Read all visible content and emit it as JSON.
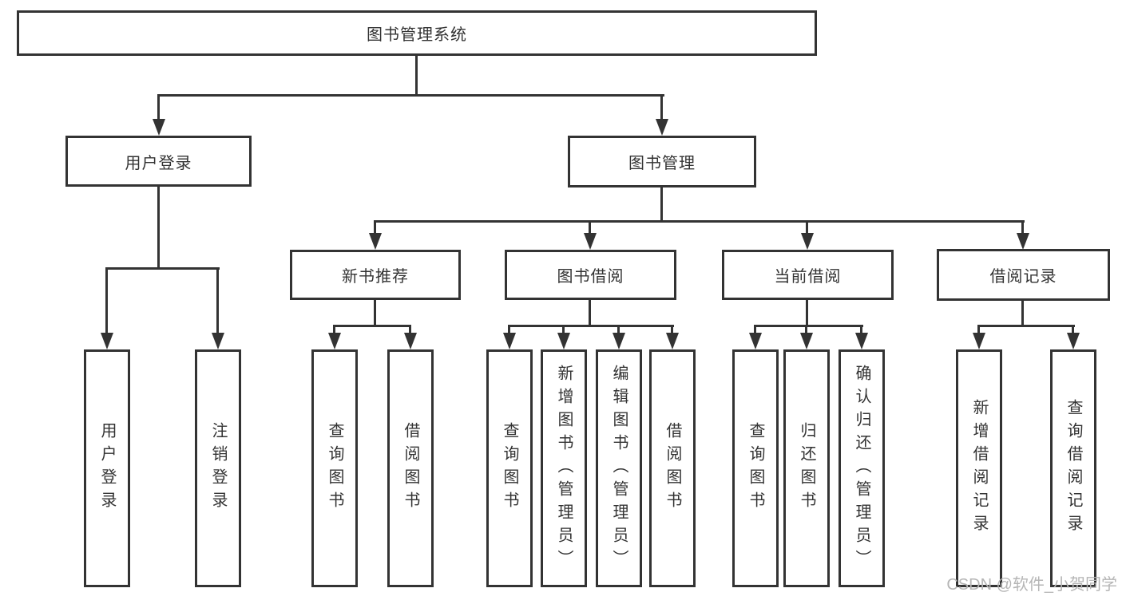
{
  "root": {
    "label": "图书管理系统"
  },
  "branches": {
    "user_login": {
      "label": "用户登录",
      "children": [
        {
          "label": "用户登录"
        },
        {
          "label": "注销登录"
        }
      ]
    },
    "book_management": {
      "label": "图书管理",
      "children": [
        {
          "label": "新书推荐",
          "children": [
            {
              "label": "查询图书"
            },
            {
              "label": "借阅图书"
            }
          ]
        },
        {
          "label": "图书借阅",
          "children": [
            {
              "label": "查询图书"
            },
            {
              "label": "新增图书（管理员）"
            },
            {
              "label": "编辑图书（管理员）"
            },
            {
              "label": "借阅图书"
            }
          ]
        },
        {
          "label": "当前借阅",
          "children": [
            {
              "label": "查询图书"
            },
            {
              "label": "归还图书"
            },
            {
              "label": "确认归还（管理员）"
            }
          ]
        },
        {
          "label": "借阅记录",
          "children": [
            {
              "label": "新增借阅记录"
            },
            {
              "label": "查询借阅记录"
            }
          ]
        }
      ]
    }
  },
  "watermark": "CSDN @软件_小贺同学",
  "colors": {
    "line_and_border": "#333333",
    "text": "#333333",
    "watermark_text": "#b5b5b5",
    "background": "#ffffff"
  }
}
